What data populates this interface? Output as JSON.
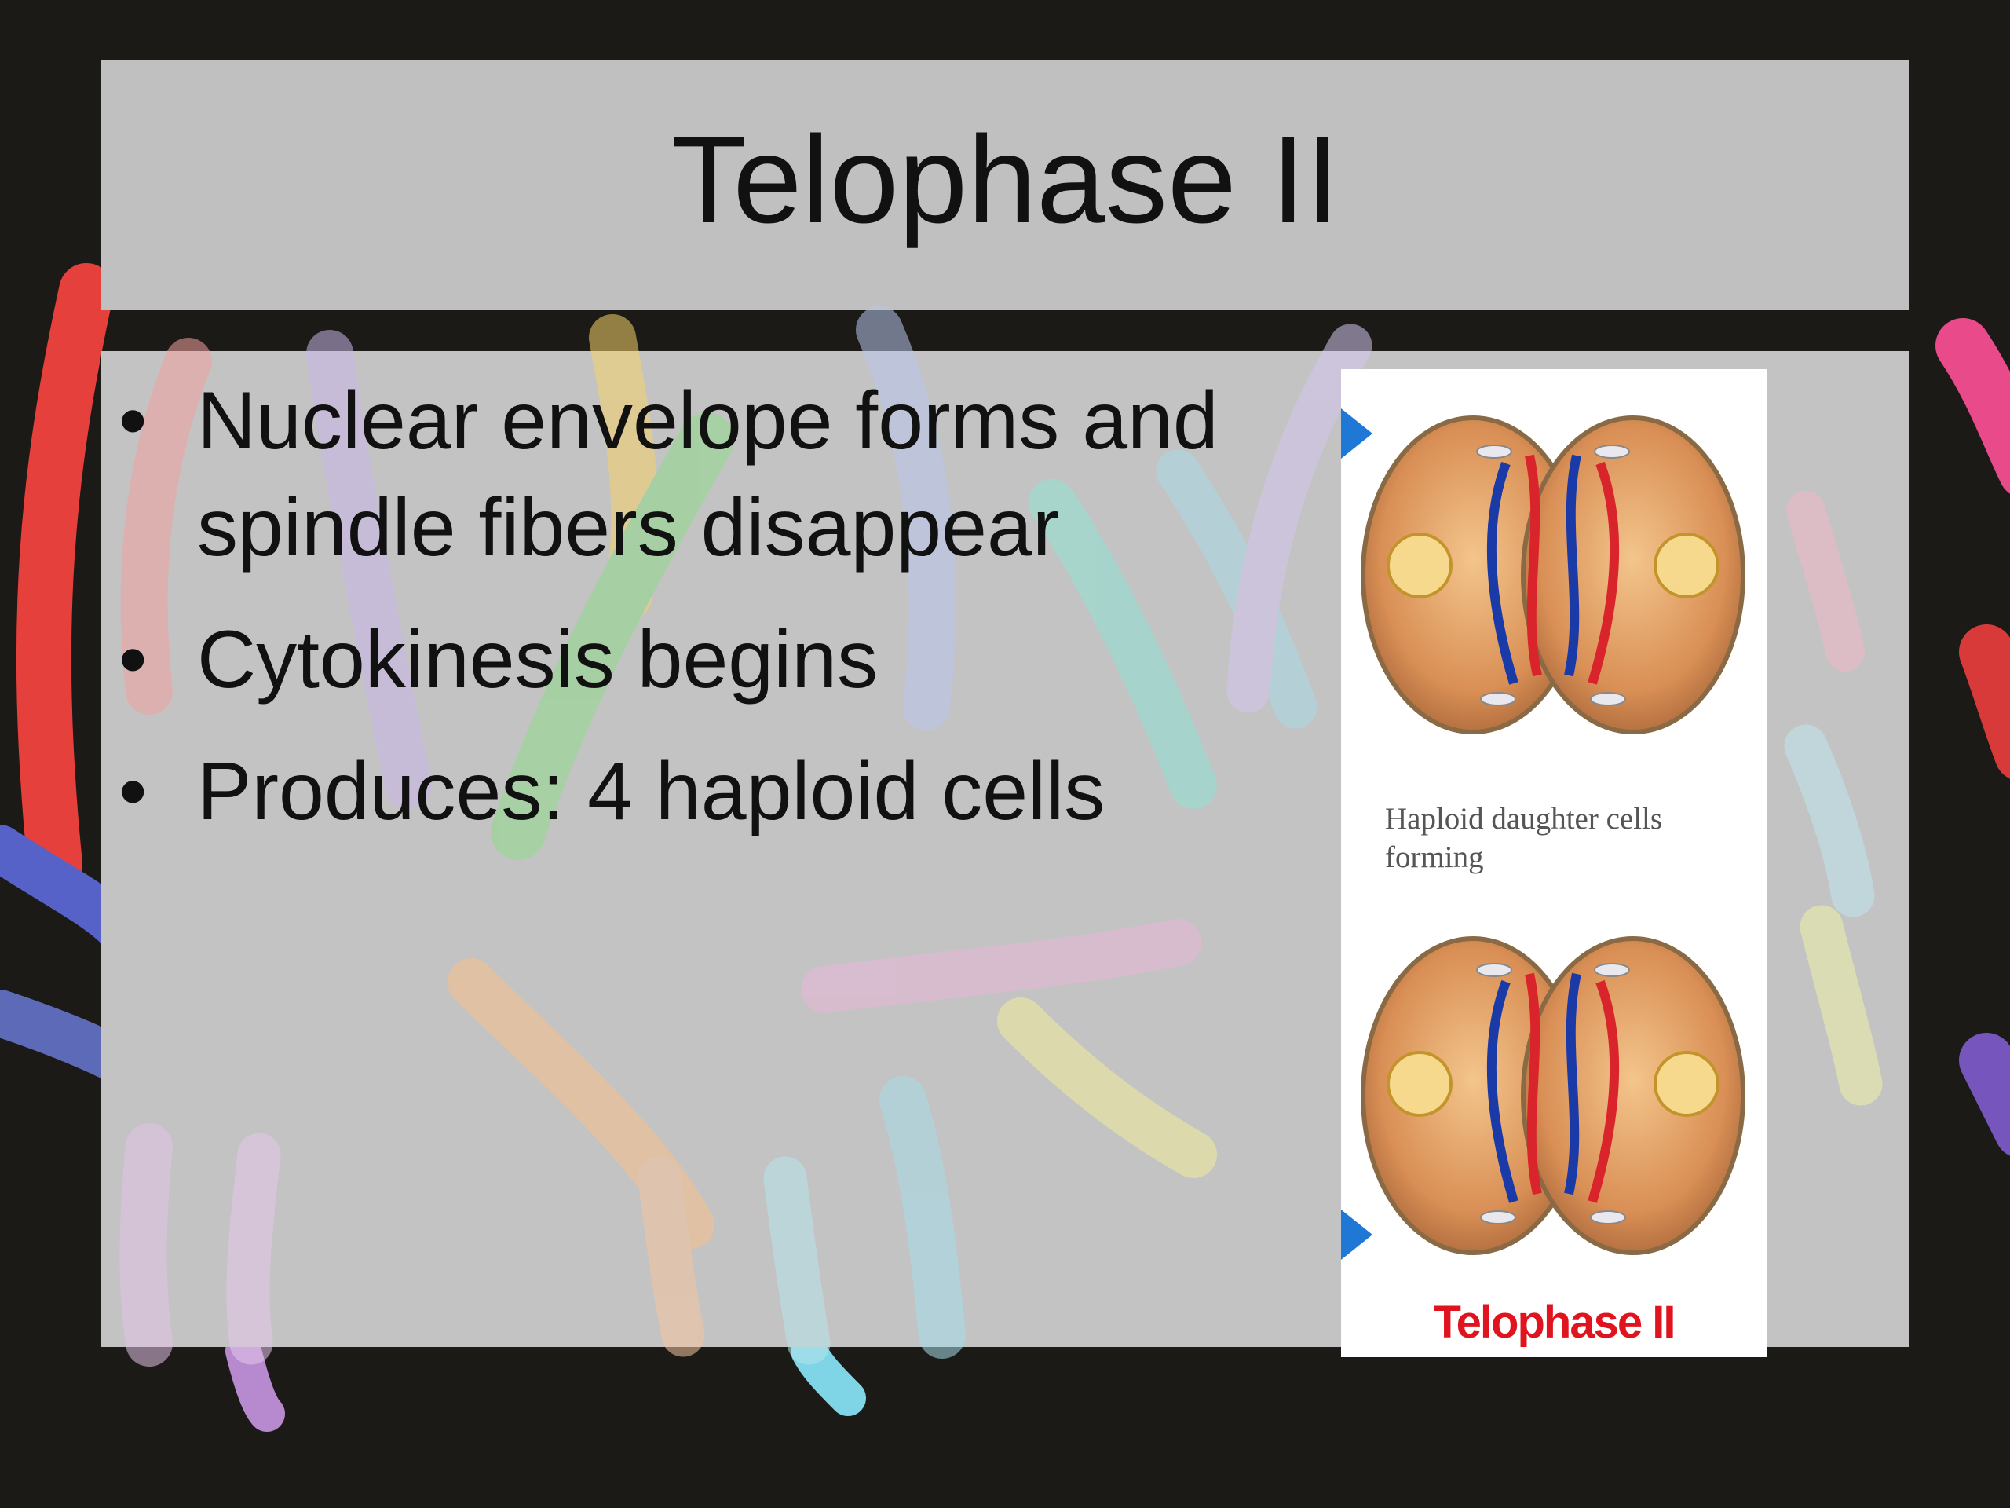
{
  "slide": {
    "title": "Telophase II",
    "bullets": [
      "Nuclear envelope forms and spindle fibers disappear",
      "Cytokinesis begins",
      "Produces: 4 haploid cells"
    ],
    "bullet_symbol": "•"
  },
  "figure": {
    "caption": "Haploid daughter cells forming",
    "label": "Telophase II",
    "icons": [
      "blue-arrow-icon",
      "cell-pair-illustration"
    ]
  },
  "colors": {
    "background": "#1b1a16",
    "panel": "#c0c0c0",
    "figure_label": "#e0141e",
    "arrow": "#1f78d6"
  }
}
